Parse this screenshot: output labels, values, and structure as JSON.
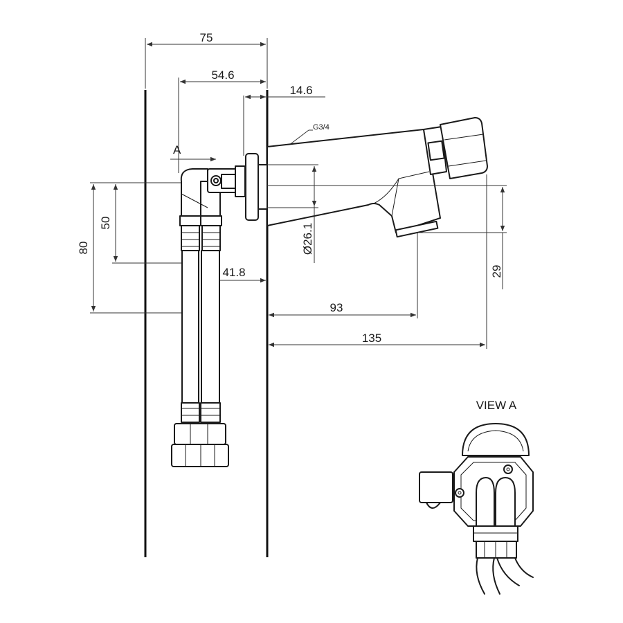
{
  "dimensions": {
    "d75": "75",
    "d54_6": "54.6",
    "d14_6": "14.6",
    "thread": "G3/4",
    "view_a_marker": "A",
    "d50": "50",
    "d80": "80",
    "d41_8": "41.8",
    "d26_1": "Ø26.1",
    "d29": "29",
    "d93": "93",
    "d135": "135"
  },
  "view_a": {
    "title": "VIEW A"
  }
}
